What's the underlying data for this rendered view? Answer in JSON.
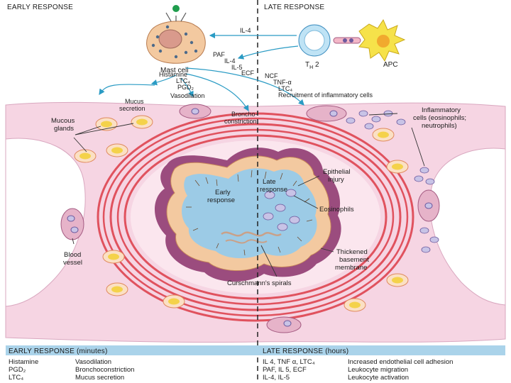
{
  "header": {
    "early": "EARLY RESPONSE",
    "late": "LATE RESPONSE"
  },
  "cells": {
    "mast_cell": "Mast cell",
    "th2": "T",
    "th2_sub": "H",
    "th2_num": " 2",
    "apc": "APC"
  },
  "mediators": {
    "il4_top": "IL-4",
    "paf": "PAF",
    "il4": "IL-4",
    "il5": "IL-5",
    "ecf": "ECF",
    "ncf": "NCF",
    "tnf": "TNF-α",
    "ltc4_late": "LTC₄",
    "recruitment": "Recruitment of inflammatory cells",
    "histamine": "Histamine",
    "ltc4": "LTC₄",
    "pgd2": "PGD₂",
    "vasodilation": "Vasodilation",
    "mucus_secretion_1": "Mucus",
    "mucus_secretion_2": "secretion",
    "broncho_1": "Broncho-",
    "broncho_2": "constriction"
  },
  "labels": {
    "mucous_glands_1": "Mucous",
    "mucous_glands_2": "glands",
    "blood_vessel_1": "Blood",
    "blood_vessel_2": "vessel",
    "early_response_1": "Early",
    "early_response_2": "response",
    "late_response_1": "Late",
    "late_response_2": "response",
    "epithelial_1": "Epithelial",
    "epithelial_2": "injury",
    "eosinophils": "Eosinophils",
    "curschmann": "Curschmann's spirals",
    "inflam_1": "Inflammatory",
    "inflam_2": "cells (eosinophils;",
    "inflam_3": "neutrophils)",
    "thickened_1": "Thickened",
    "thickened_2": "basement",
    "thickened_3": "membrane"
  },
  "table": {
    "early_header": "EARLY RESPONSE (minutes)",
    "late_header": "LATE RESPONSE (hours)",
    "early_rows": [
      {
        "mediator": "Histamine",
        "effect": "Vasodilation"
      },
      {
        "mediator": "PGD₂",
        "effect": "Bronchoconstriction"
      },
      {
        "mediator": "LTC₄",
        "effect": "Mucus secretion"
      }
    ],
    "late_rows": [
      {
        "mediator": "IL 4, TNF α, LTC₄",
        "effect": "Increased endothelial cell adhesion"
      },
      {
        "mediator": "PAF, IL 5, ECF",
        "effect": "Leukocyte migration"
      },
      {
        "mediator": "IL-4, IL-5",
        "effect": "Leukocyte activation"
      }
    ]
  },
  "colors": {
    "tissue_pink": "#f6d5e3",
    "smooth_muscle": "#e0525e",
    "basement": "#9b4c7e",
    "lumen": "#9ccbe6",
    "epithelium": "#f3c9a0",
    "arrow": "#2a9bc4",
    "gland": "#f4d24a",
    "table_band": "#aad3ea"
  }
}
